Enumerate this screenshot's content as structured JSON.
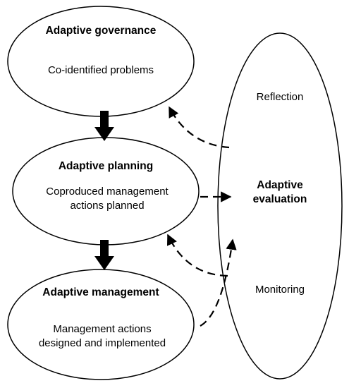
{
  "nodes": {
    "governance": {
      "title": "Adaptive governance",
      "text": "Co-identified problems"
    },
    "planning": {
      "title": "Adaptive planning",
      "text": "Coproduced management actions planned"
    },
    "management": {
      "title": "Adaptive management",
      "text": "Management actions designed and implemented"
    },
    "evaluation": {
      "title": "Adaptive evaluation",
      "reflection": "Reflection",
      "monitoring": "Monitoring"
    }
  },
  "colors": {
    "stroke": "#000000",
    "fill": "#ffffff"
  }
}
